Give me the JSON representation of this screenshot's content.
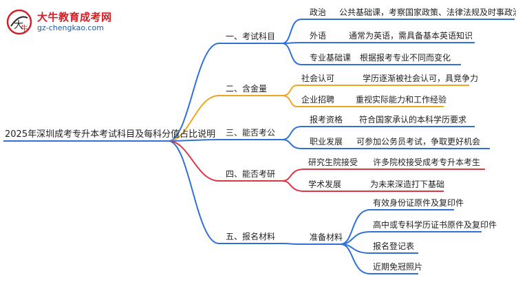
{
  "logo": {
    "name": "大牛教育成考网",
    "url": "gz-chengkao.com"
  },
  "root": "2025年深圳成考专升本考试科目及每科分值占比说明",
  "colors": {
    "b1": "#2f6fd8",
    "b2": "#f2a51c",
    "b3": "#2f6fd8",
    "b4": "#dc3546",
    "b5": "#2f6fd8",
    "root_line": "#2f6fd8"
  },
  "branches": [
    {
      "label": "一、考试科目",
      "children": [
        {
          "key": "政治",
          "value": "公共基础课，考察国家政策、法律法规及时事政治"
        },
        {
          "key": "外语",
          "value": "通常为英语，需具备基本英语知识"
        },
        {
          "key": "专业基础课",
          "value": "根据报考专业不同而变化"
        }
      ]
    },
    {
      "label": "二、含金量",
      "children": [
        {
          "key": "社会认可",
          "value": "学历逐渐被社会认可，具竞争力"
        },
        {
          "key": "企业招聘",
          "value": "重视实际能力和工作经验"
        }
      ]
    },
    {
      "label": "三、能否考公",
      "children": [
        {
          "key": "报考资格",
          "value": "符合国家承认的本科学历要求"
        },
        {
          "key": "职业发展",
          "value": "可参加公务员考试，争取更好机会"
        }
      ]
    },
    {
      "label": "四、能否考研",
      "children": [
        {
          "key": "研究生院接受",
          "value": "许多院校接受成考专升本考生"
        },
        {
          "key": "学术发展",
          "value": "为未来深造打下基础"
        }
      ]
    },
    {
      "label": "五、报名材料",
      "children": [
        {
          "key": "准备材料",
          "items": [
            "有效身份证原件及复印件",
            "高中或专科学历证书原件及复印件",
            "报名登记表",
            "近期免冠照片"
          ]
        }
      ]
    }
  ]
}
